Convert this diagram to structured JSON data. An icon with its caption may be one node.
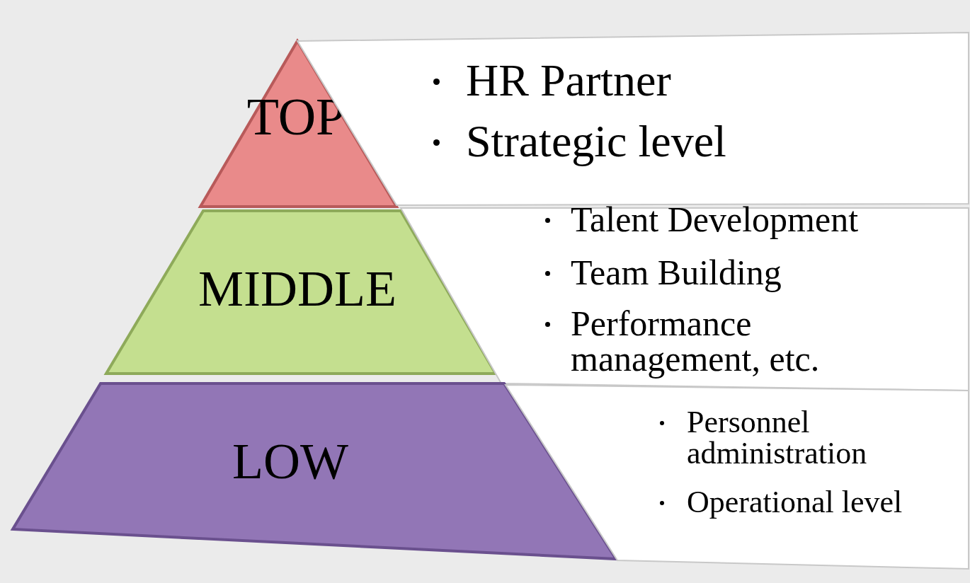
{
  "diagram": {
    "nodes": [
      {
        "text": [
          "TOP"
        ]
      },
      {
        "text": [
          "HR Partner",
          "Strategic level"
        ]
      },
      {
        "text": [
          "MIDDLE"
        ]
      },
      {
        "text": [
          "Talent Development",
          "Team Building",
          "Performance management, etc."
        ]
      },
      {
        "text": [
          "LOW"
        ]
      },
      {
        "text": [
          "Personnel administration",
          "Operational level"
        ]
      }
    ]
  }
}
